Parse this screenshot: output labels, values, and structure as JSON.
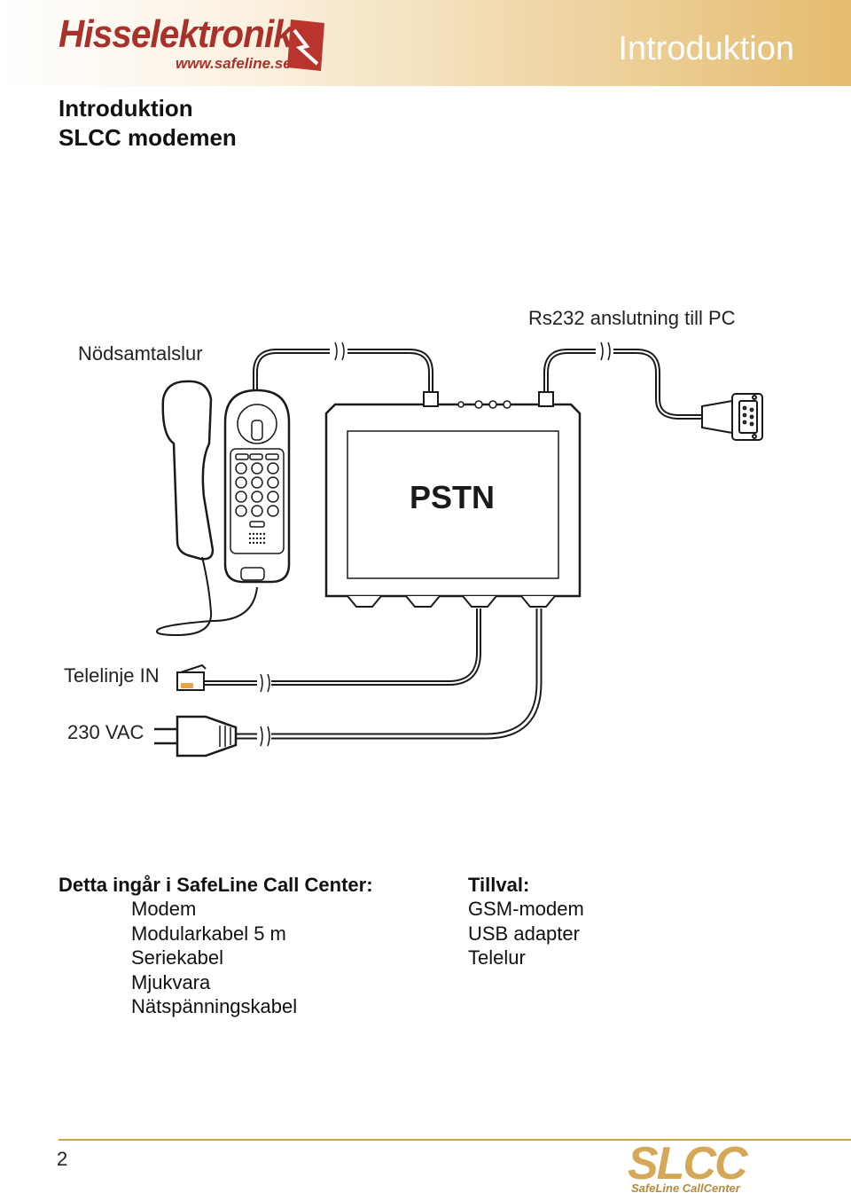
{
  "header": {
    "logo_name": "Hisselektronik",
    "logo_url": "www.safeline.se",
    "section_title": "Introduktion"
  },
  "doc": {
    "title_line1": "Introduktion",
    "title_line2": "SLCC modemen"
  },
  "diagram": {
    "label_handset": "Nödsamtalslur",
    "label_rs232": "Rs232 anslutning till PC",
    "label_phone_line": "Telelinje IN",
    "label_power": "230 VAC",
    "modem_label": "PSTN"
  },
  "includes": {
    "heading": "Detta ingår i SafeLine Call Center:",
    "items": [
      "Modem",
      "Modularkabel 5 m",
      "Seriekabel",
      "Mjukvara",
      "Nätspänningskabel"
    ]
  },
  "options": {
    "heading": "Tillval:",
    "items": [
      "GSM-modem",
      "USB adapter",
      "Telelur"
    ]
  },
  "footer": {
    "page_number": "2",
    "brand": "SLCC",
    "brand_sub": "SafeLine CallCenter"
  }
}
